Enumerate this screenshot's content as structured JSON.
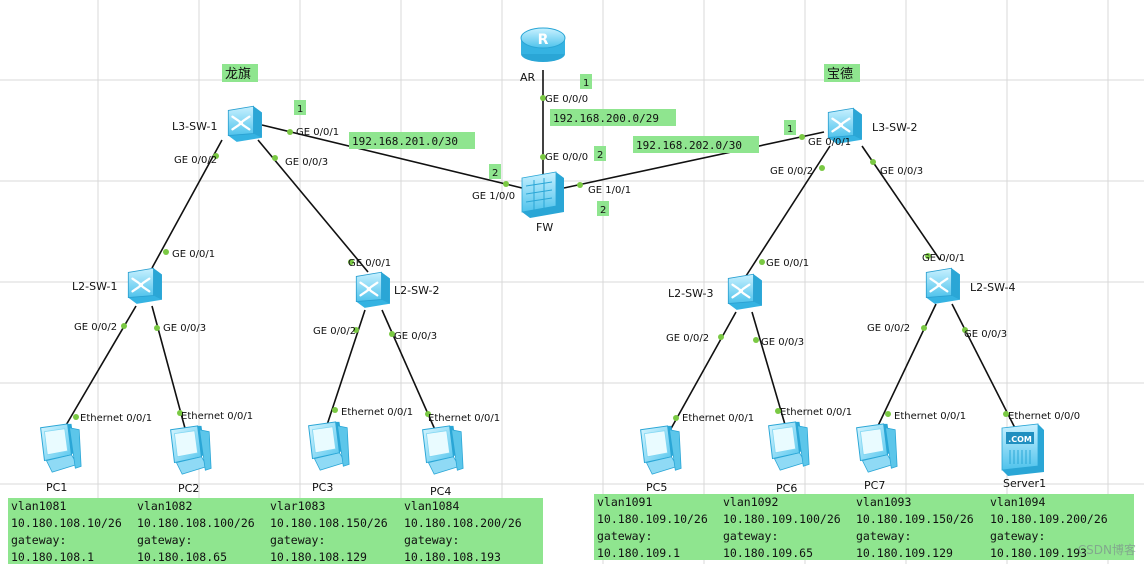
{
  "sites": {
    "left": "龙旗",
    "right": "宝德"
  },
  "devices": {
    "ar": "AR",
    "fw": "FW",
    "l3sw1": "L3-SW-1",
    "l3sw2": "L3-SW-2",
    "l2sw1": "L2-SW-1",
    "l2sw2": "L2-SW-2",
    "l2sw3": "L2-SW-3",
    "l2sw4": "L2-SW-4",
    "pc1": "PC1",
    "pc2": "PC2",
    "pc3": "PC3",
    "pc4": "PC4",
    "pc5": "PC5",
    "pc6": "PC6",
    "pc7": "PC7",
    "server1": "Server1"
  },
  "server_icon_text": ".COM",
  "ports": {
    "ge000": "GE 0/0/0",
    "ge001": "GE 0/0/1",
    "ge002": "GE 0/0/2",
    "ge003": "GE 0/0/3",
    "ge100": "GE 1/0/0",
    "ge101": "GE 1/0/1",
    "eth001": "Ethernet 0/0/1",
    "eth000": "Ethernet 0/0/0"
  },
  "networks": {
    "ar_fw": "192.168.200.0/29",
    "sw1_fw": "192.168.201.0/30",
    "sw2_fw": "192.168.202.0/30"
  },
  "badges": {
    "one": "1",
    "two": "2"
  },
  "vlan_left": [
    {
      "vlan": "vlan1081",
      "ip": "10.180.108.10/26",
      "gw_label": "gateway:",
      "gw": "10.180.108.1"
    },
    {
      "vlan": "vlan1082",
      "ip": "10.180.108.100/26",
      "gw_label": "gateway:",
      "gw": "10.180.108.65"
    },
    {
      "vlan": "vlar1083",
      "ip": "10.180.108.150/26",
      "gw_label": "gateway:",
      "gw": "10.180.108.129"
    },
    {
      "vlan": "vlan1084",
      "ip": "10.180.108.200/26",
      "gw_label": "gateway:",
      "gw": "10.180.108.193"
    }
  ],
  "vlan_right": [
    {
      "vlan": "vlan1091",
      "ip": "10.180.109.10/26",
      "gw_label": "gateway:",
      "gw": "10.180.109.1"
    },
    {
      "vlan": "vlan1092",
      "ip": "10.180.109.100/26",
      "gw_label": "gateway:",
      "gw": "10.180.109.65"
    },
    {
      "vlan": "vlan1093",
      "ip": "10.180.109.150/26",
      "gw_label": "gateway:",
      "gw": "10.180.109.129"
    },
    {
      "vlan": "vlan1094",
      "ip": "10.180.109.200/26",
      "gw_label": "gateway:",
      "gw": "10.180.109.193"
    }
  ],
  "watermark": "CSDN博客",
  "colors": {
    "link": "#111111",
    "port_dot": "#7ac943",
    "label_bg": "#8fe58f",
    "device": "#6fcff0",
    "device_dark": "#2aa6d6",
    "grid": "#d8d8d8"
  }
}
